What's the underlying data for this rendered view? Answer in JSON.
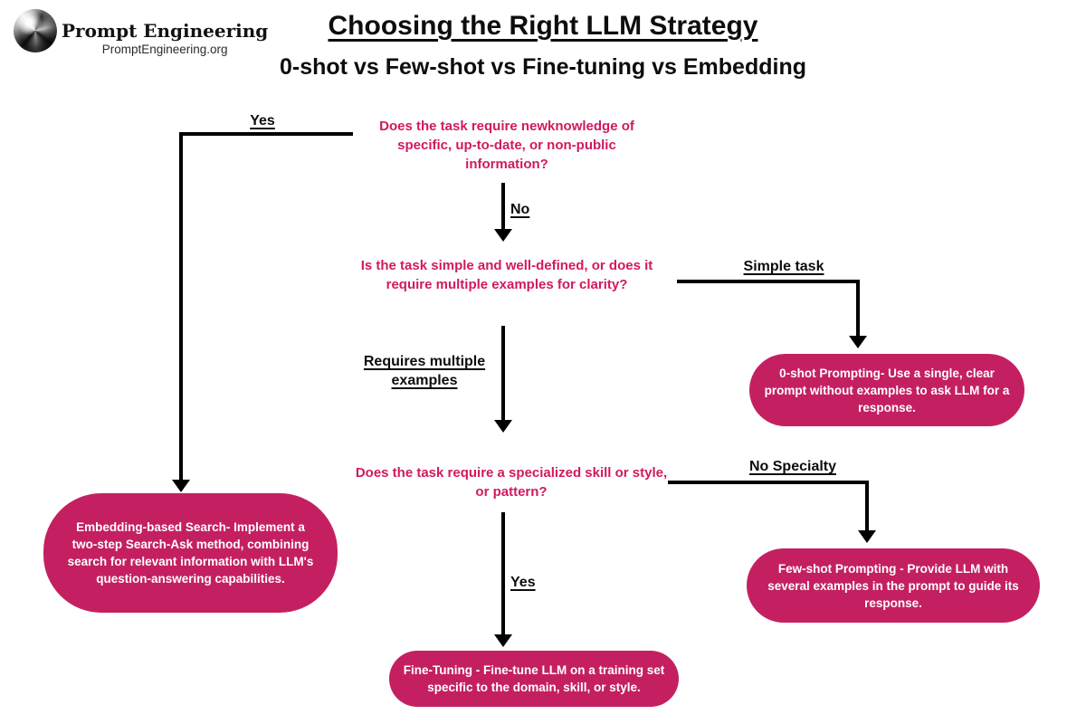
{
  "brand": {
    "name": "Prompt Engineering",
    "site": "PromptEngineering.org"
  },
  "header": {
    "title": "Choosing the Right LLM Strategy",
    "subtitle": "0-shot vs Few-shot vs Fine-tuning vs Embedding"
  },
  "decisions": {
    "knowledge": {
      "text": "Does the task require newknowledge of specific, up-to-date, or non-public information?"
    },
    "simplicity": {
      "text": "Is the task simple and well-defined, or does it require multiple examples for clarity?"
    },
    "specialty": {
      "text": "Does the task require a specialized skill or style, or pattern?"
    }
  },
  "edges": {
    "yes_knowledge": {
      "label": "Yes"
    },
    "no_knowledge": {
      "label": "No"
    },
    "simple_task": {
      "label": "Simple task"
    },
    "requires_examples": {
      "label": "Requires multiple examples"
    },
    "no_specialty": {
      "label": "No Specialty"
    },
    "yes_specialty": {
      "label": "Yes"
    }
  },
  "results": {
    "embedding": {
      "text": "Embedding-based Search- Implement a two-step Search-Ask method, combining search for relevant information with LLM's question-answering capabilities."
    },
    "zero_shot": {
      "text": "0-shot Prompting- Use a single, clear prompt without examples to ask LLM for a response."
    },
    "few_shot": {
      "text": "Few-shot Prompting - Provide LLM with several examples in the prompt to guide its response."
    },
    "fine_tuning": {
      "text": "Fine-Tuning - Fine-tune LLM on a training set specific to the domain, skill, or style."
    }
  },
  "colors": {
    "accent_text": "#d1195f",
    "box_fill": "#c42061",
    "box_text": "#ffffff",
    "line_color": "#000000"
  }
}
